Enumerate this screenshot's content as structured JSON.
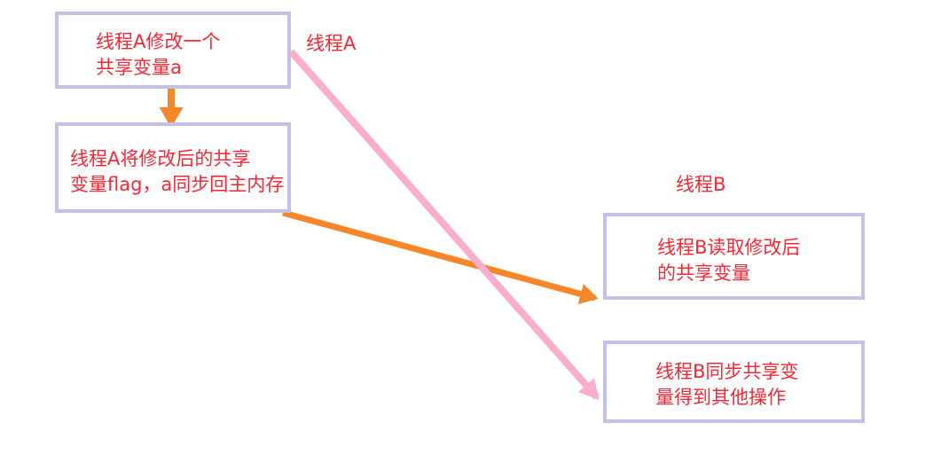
{
  "diagram": {
    "labels": {
      "thread_a": "线程A",
      "thread_b": "线程B"
    },
    "boxes": {
      "a1": {
        "lines": [
          "线程A修改一个",
          "共享变量a"
        ]
      },
      "a2": {
        "lines": [
          "线程A将修改后的共享",
          "变量flag，a同步回主内存"
        ]
      },
      "b1": {
        "lines": [
          "线程B读取修改后",
          "的共享变量"
        ]
      },
      "b2": {
        "lines": [
          "线程B同步共享变",
          "量得到其他操作"
        ]
      }
    },
    "arrows": [
      {
        "name": "a1-to-a2",
        "style": "orange",
        "from": "线程A修改一个共享变量a",
        "to": "线程A将修改后的共享变量flag，a同步回主内存"
      },
      {
        "name": "a2-to-b1",
        "style": "orange",
        "from": "线程A将修改后的共享变量flag，a同步回主内存",
        "to": "线程B读取修改后的共享变量"
      },
      {
        "name": "a1-to-b2",
        "style": "pink",
        "from": "线程A",
        "to": "线程B同步共享变量得到其他操作"
      }
    ],
    "colors": {
      "box_border": "#c5c1e5",
      "text_red": "#fb2634",
      "arrow_orange": "#f6862a",
      "arrow_pink": "#f9aecd",
      "background": "#ffffff"
    }
  }
}
